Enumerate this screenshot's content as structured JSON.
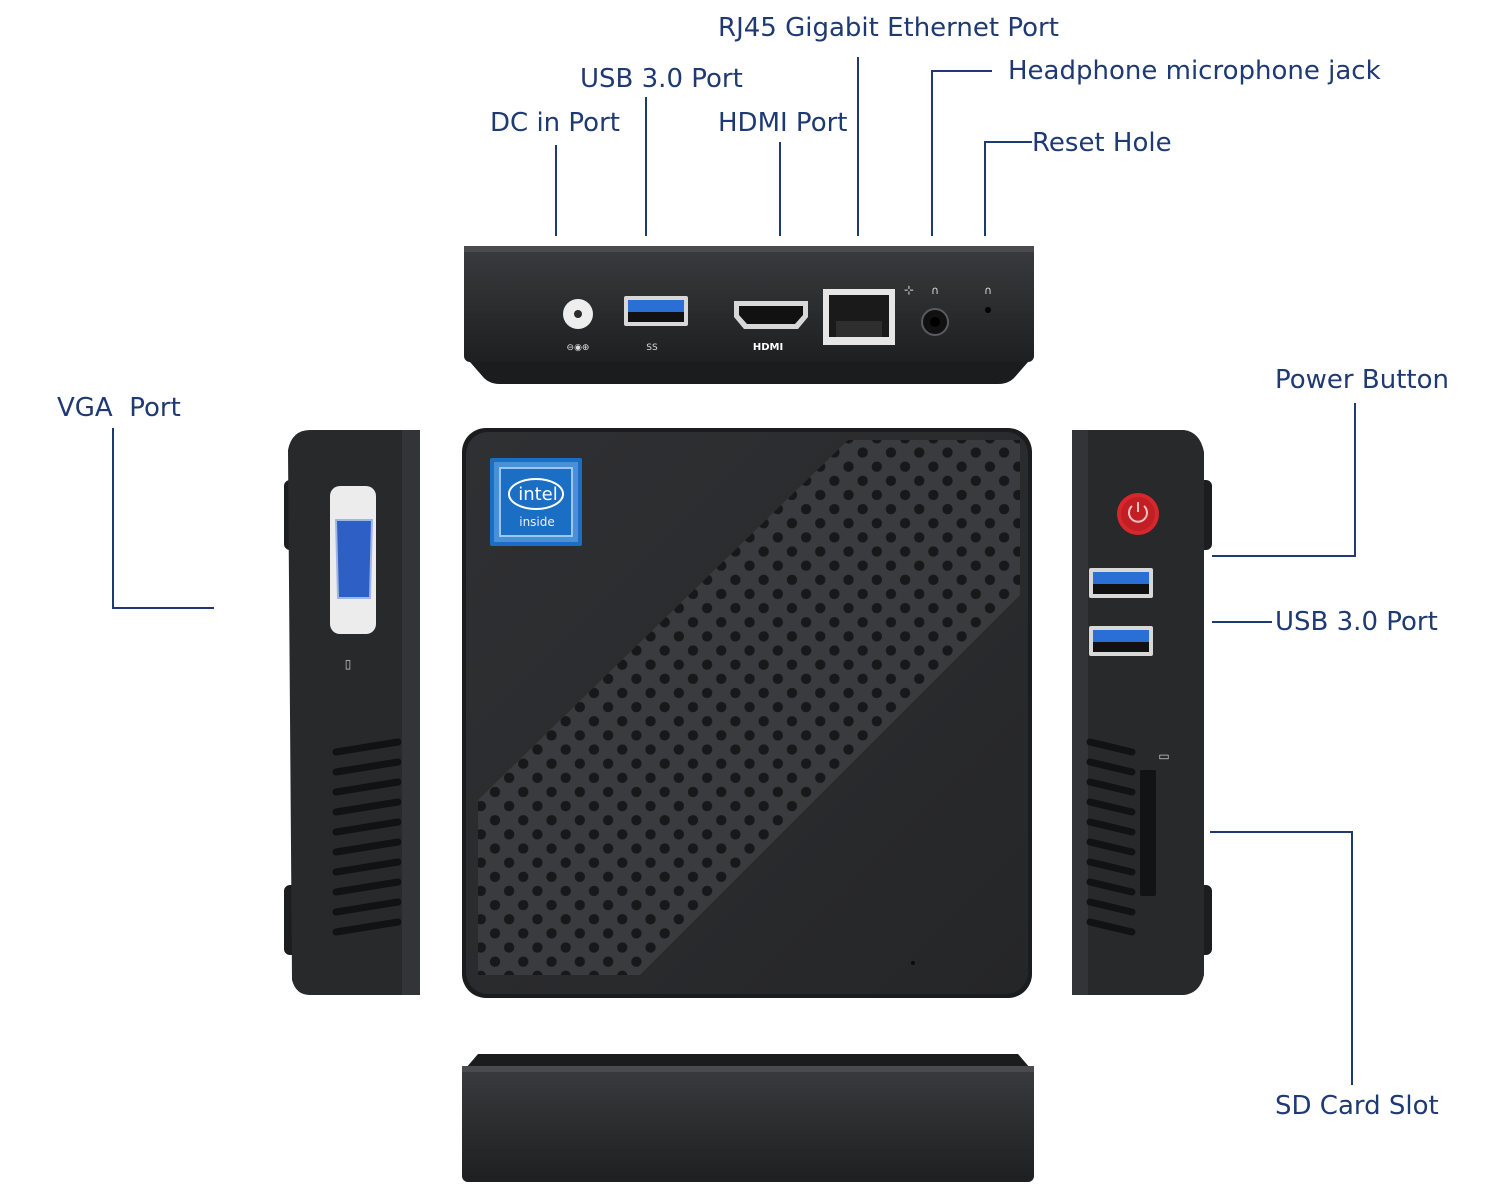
{
  "labels": {
    "rj45": "RJ45 Gigabit Ethernet Port",
    "usb_top": "USB 3.0 Port",
    "headphone": "Headphone microphone jack",
    "dc_in": "DC in Port",
    "hdmi": "HDMI Port",
    "reset": "Reset Hole",
    "vga": "VGA  Port",
    "power": "Power Button",
    "usb_right": "USB 3.0 Port",
    "sd": "SD Card Slot"
  },
  "device": {
    "logo_brand": "intel",
    "logo_sub": "inside",
    "hdmi_mark": "HDMI",
    "usb_mark": "SS"
  },
  "colors": {
    "label_text": "#1f3a73",
    "leader_line": "#1f3a73",
    "chassis": "#2b2c2e",
    "usb_blue": "#2a6fd6",
    "vga_blue": "#2d5fc4",
    "power_red": "#d6272c",
    "intel_blue": "#1a6fc4"
  }
}
